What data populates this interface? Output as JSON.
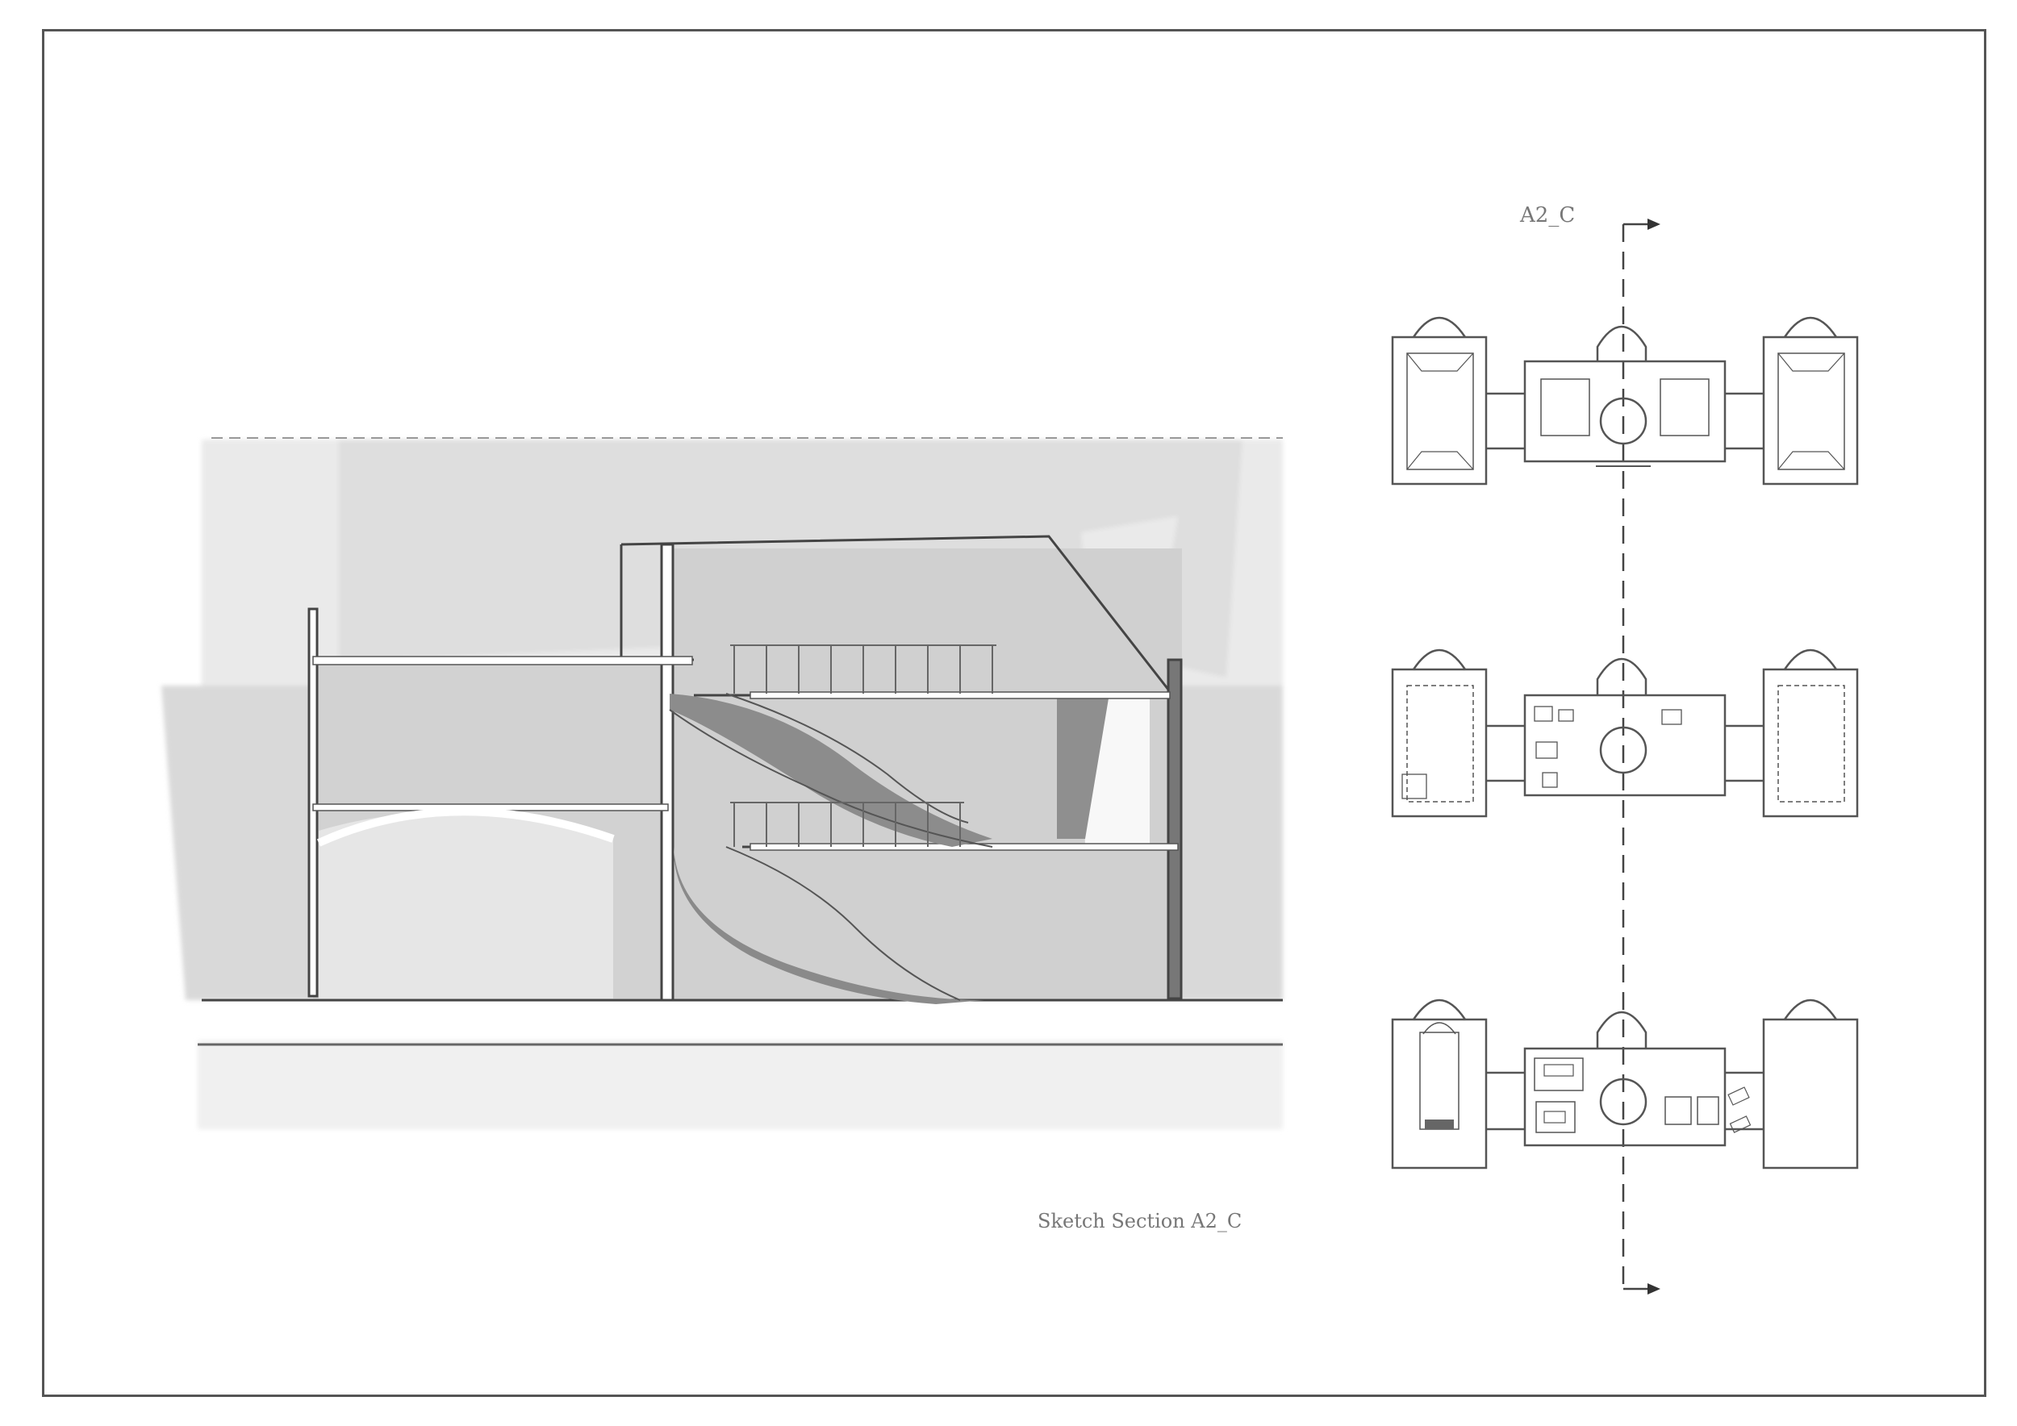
{
  "sheet": {
    "section_caption": "Sketch Section A2_C",
    "cut_label": "A2_C"
  },
  "colors": {
    "frame": "#555555",
    "sky_wash": "#e9e9e9",
    "shade": "#d4d4d4",
    "dark_shade": "#8c8c8c",
    "line": "#444444",
    "ground": "#f1f1f1"
  },
  "drawings": {
    "section": "staircase-section",
    "plans": [
      "upper-floor-plan",
      "middle-floor-plan",
      "ground-floor-plan"
    ]
  }
}
